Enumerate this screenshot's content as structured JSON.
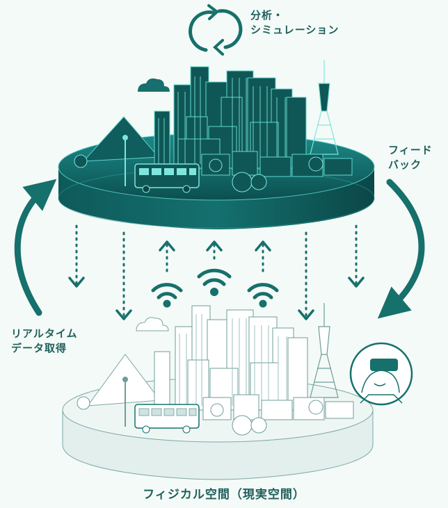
{
  "labels": {
    "analysis_line1": "分析・",
    "analysis_line2": "シミュレーション",
    "feedback_line1": "フィード",
    "feedback_line2": "バック",
    "realtime_line1": "リアルタイム",
    "realtime_line2": "データ取得",
    "physical_space": "フィジカル空間（現実空間）"
  },
  "colors": {
    "dark_teal": "#10605f",
    "mid_teal": "#1b8583",
    "arrow_teal": "#16706c",
    "light_platform": "#e3efed",
    "line_light": "#7aa7a4",
    "background": "#f4faf7"
  },
  "icons": [
    "cycle-arrows-icon",
    "wifi-icon",
    "vr-headset-person-icon",
    "tower-icon",
    "bus-icon",
    "cloud-icon",
    "mountain-icon"
  ]
}
